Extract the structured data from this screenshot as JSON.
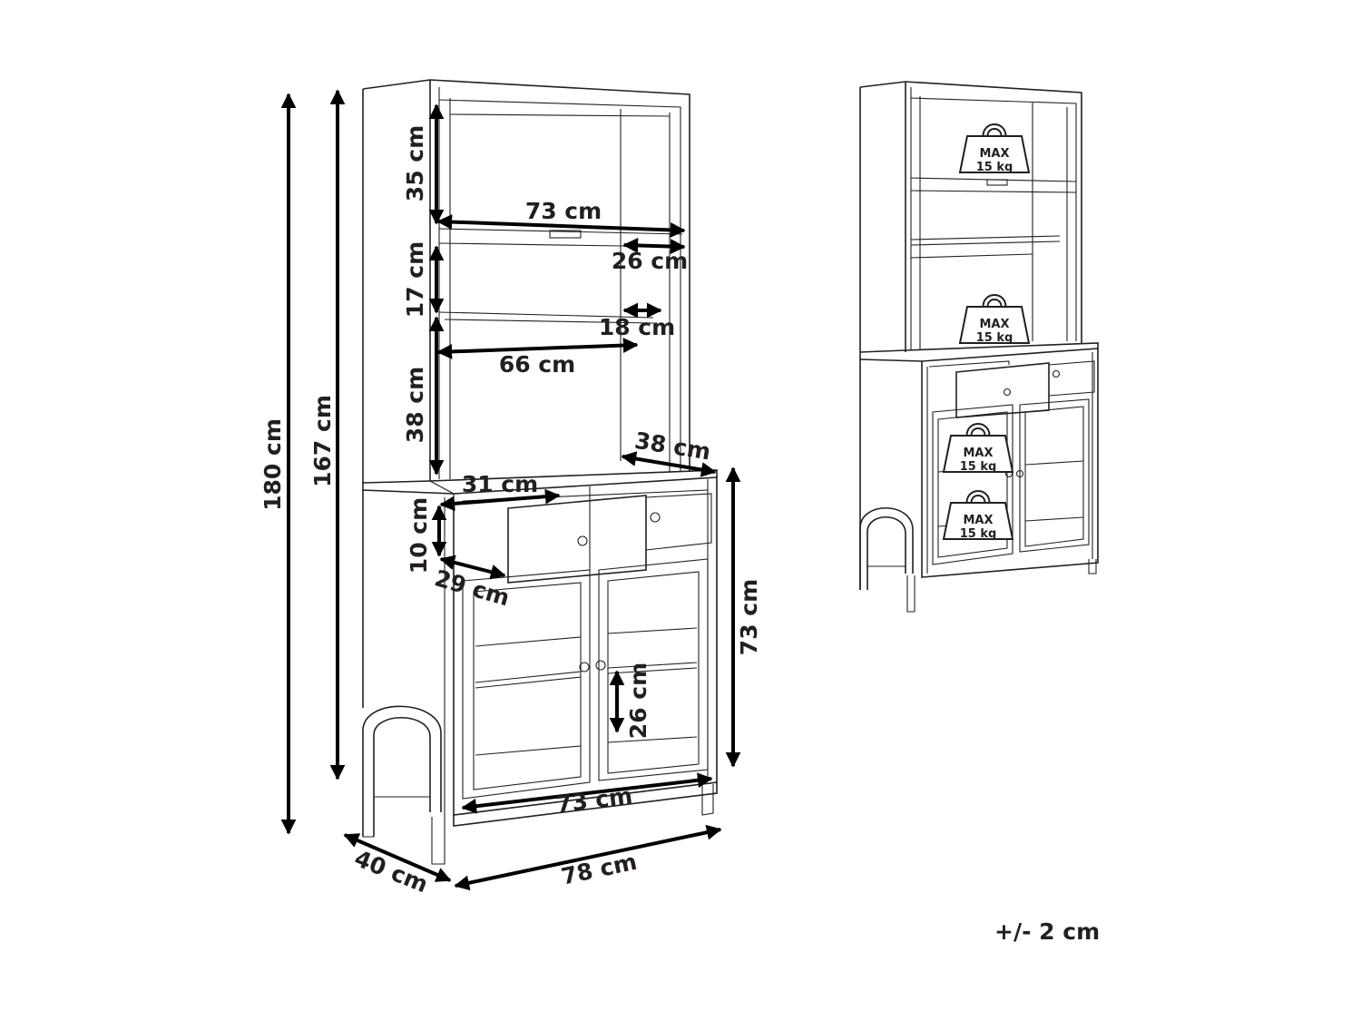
{
  "main_drawing": {
    "dimensions": {
      "height_total": "180 cm",
      "height_top": "167 cm",
      "top_shelf_height": "35 cm",
      "top_width": "73 cm",
      "rail_depth": "26 cm",
      "middle_shelf_height": "17 cm",
      "rail_offset": "18 cm",
      "rail_width": "66 cm",
      "lower_shelf_height": "38 cm",
      "counter_depth": "38 cm",
      "drawer_width": "31 cm",
      "drawer_height": "10 cm",
      "drawer_depth": "29 cm",
      "cabinet_height": "73 cm",
      "cabinet_shelf_height": "26 cm",
      "cabinet_width": "73 cm",
      "depth": "40 cm",
      "width": "78 cm"
    }
  },
  "load_drawing": {
    "weight_labels": [
      {
        "line1": "MAX",
        "line2": "15 kg"
      },
      {
        "line1": "MAX",
        "line2": "15 kg"
      },
      {
        "line1": "MAX",
        "line2": "15 kg"
      },
      {
        "line1": "MAX",
        "line2": "15 kg"
      }
    ]
  },
  "tolerance": "+/- 2 cm"
}
